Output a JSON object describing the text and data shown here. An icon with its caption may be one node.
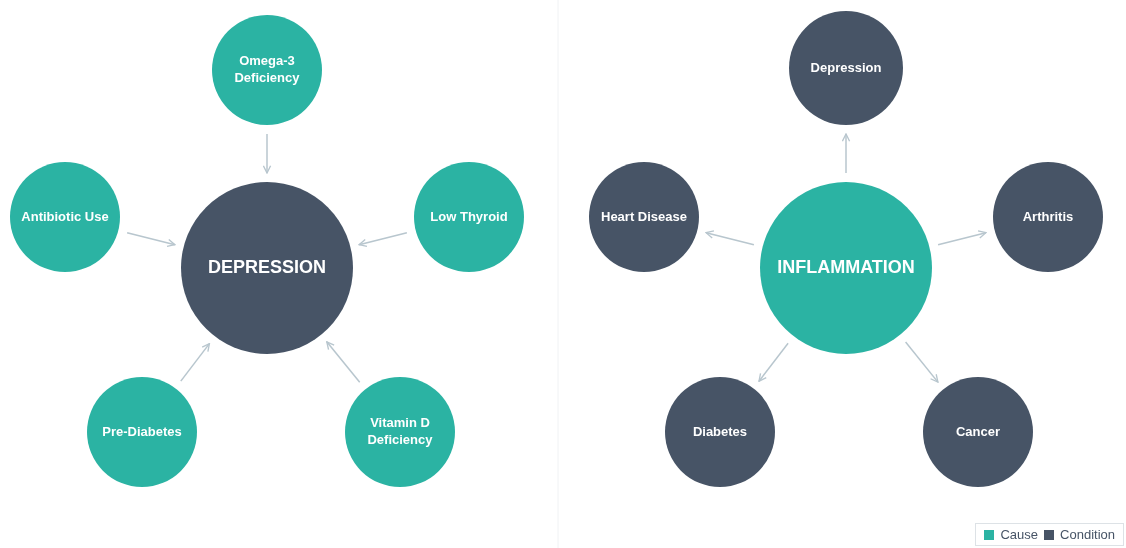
{
  "diagram": {
    "nodes": [
      {
        "text": [
          "Omega-3 Deficiency"
        ]
      },
      {
        "text": [
          "Antibiotic Use"
        ]
      },
      {
        "text": [
          "Low Thyroid"
        ]
      },
      {
        "text": [
          "DEPRESSION"
        ]
      },
      {
        "text": [
          "Pre-Diabetes"
        ]
      },
      {
        "text": [
          "Vitamin D Deficiency"
        ]
      },
      {
        "text": [
          "Depression"
        ]
      },
      {
        "text": [
          "Heart Disease"
        ]
      },
      {
        "text": [
          "Arthritis"
        ]
      },
      {
        "text": [
          "INFLAMMATION"
        ]
      },
      {
        "text": [
          "Diabetes"
        ]
      },
      {
        "text": [
          "Cancer"
        ]
      }
    ],
    "edges": [
      {
        "from": 0,
        "to": 3,
        "arrow": "to"
      },
      {
        "from": 1,
        "to": 3,
        "arrow": "to"
      },
      {
        "from": 2,
        "to": 3,
        "arrow": "to"
      },
      {
        "from": 4,
        "to": 3,
        "arrow": "to"
      },
      {
        "from": 5,
        "to": 3,
        "arrow": "to"
      },
      {
        "from": 9,
        "to": 6,
        "arrow": "to"
      },
      {
        "from": 9,
        "to": 7,
        "arrow": "to"
      },
      {
        "from": 9,
        "to": 8,
        "arrow": "to"
      },
      {
        "from": 9,
        "to": 10,
        "arrow": "to"
      },
      {
        "from": 9,
        "to": 11,
        "arrow": "to"
      }
    ],
    "legend": [
      {
        "text": "Cause",
        "color": "#2bb3a3"
      },
      {
        "text": "Condition",
        "color": "#475466"
      }
    ]
  }
}
